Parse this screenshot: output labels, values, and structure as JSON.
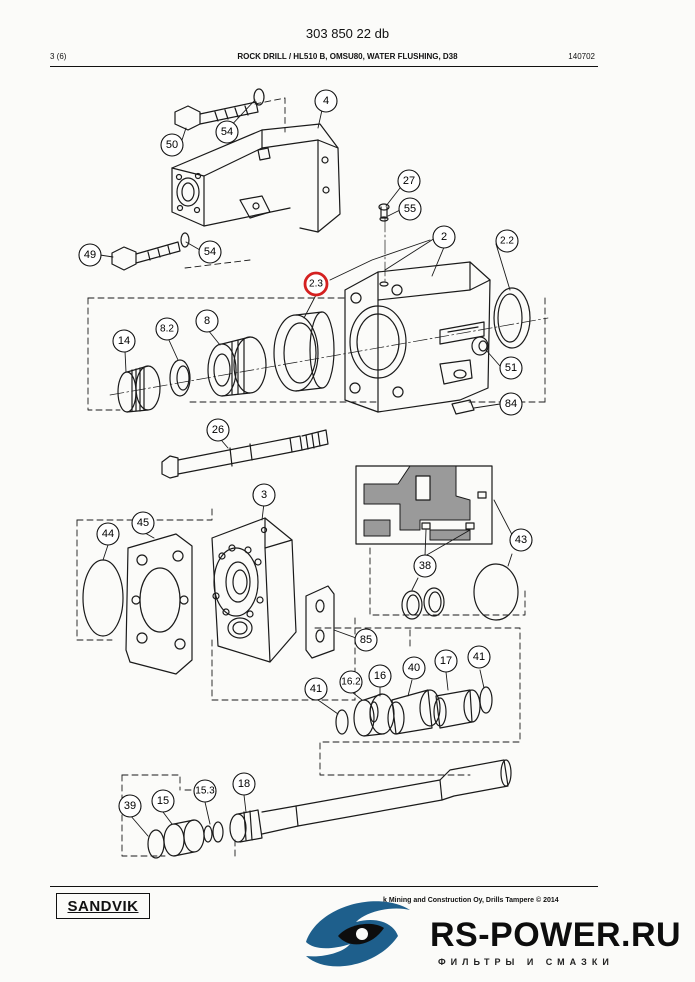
{
  "header": {
    "doc_number": "303 850 22 db",
    "page": "3 (6)",
    "title": "ROCK DRILL / HL510 B, OMSU80, WATER FLUSHING, D38",
    "date_code": "140702"
  },
  "callouts": [
    {
      "id": "c50",
      "label": "50"
    },
    {
      "id": "c54a",
      "label": "54"
    },
    {
      "id": "c4",
      "label": "4"
    },
    {
      "id": "c27",
      "label": "27"
    },
    {
      "id": "c55",
      "label": "55"
    },
    {
      "id": "c49",
      "label": "49"
    },
    {
      "id": "c54b",
      "label": "54"
    },
    {
      "id": "c2",
      "label": "2"
    },
    {
      "id": "c22",
      "label": "2.2"
    },
    {
      "id": "c23",
      "label": "2.3",
      "highlight": true
    },
    {
      "id": "c82",
      "label": "8.2"
    },
    {
      "id": "c8",
      "label": "8"
    },
    {
      "id": "c14",
      "label": "14"
    },
    {
      "id": "c51",
      "label": "51"
    },
    {
      "id": "c84",
      "label": "84"
    },
    {
      "id": "c26",
      "label": "26"
    },
    {
      "id": "c3",
      "label": "3"
    },
    {
      "id": "c44",
      "label": "44"
    },
    {
      "id": "c45",
      "label": "45"
    },
    {
      "id": "c43",
      "label": "43"
    },
    {
      "id": "c38",
      "label": "38"
    },
    {
      "id": "c85",
      "label": "85"
    },
    {
      "id": "c41a",
      "label": "41"
    },
    {
      "id": "c162",
      "label": "16.2"
    },
    {
      "id": "c16",
      "label": "16"
    },
    {
      "id": "c40",
      "label": "40"
    },
    {
      "id": "c17",
      "label": "17"
    },
    {
      "id": "c41b",
      "label": "41"
    },
    {
      "id": "c18",
      "label": "18"
    },
    {
      "id": "c39",
      "label": "39"
    },
    {
      "id": "c15",
      "label": "15"
    },
    {
      "id": "c153",
      "label": "15.3"
    }
  ],
  "colors": {
    "highlight": "#d42020",
    "brand_blue": "#1e5f8c",
    "brand_dark": "#0d0d0d"
  },
  "footer": {
    "sandvik_logo": "SANDVIK",
    "copyright": "k Mining and Construction Oy, Drills Tampere © 2014",
    "watermark_name": "RS-POWER.RU",
    "watermark_tagline": "ФИЛЬТРЫ И СМАЗКИ"
  }
}
